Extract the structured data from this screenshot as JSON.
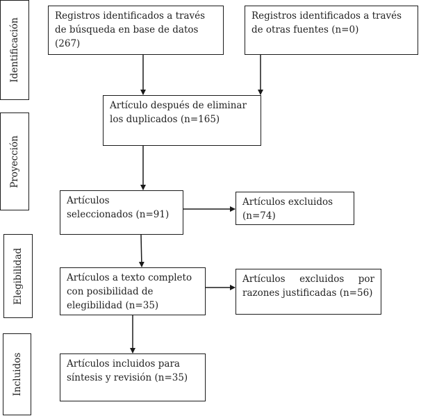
{
  "stages": {
    "identification": "Identificación",
    "screening": "Proyección",
    "eligibility": "Elegibilidad",
    "included": "Incluidos"
  },
  "boxes": {
    "db_records": "Registros identificados a través de búsqueda en base de datos (267)",
    "other_records": "Registros identificados a través de otras fuentes (n=0)",
    "after_duplicates": "Artículo después de eliminar los duplicados (n=165)",
    "selected": "Artículos seleccionados (n=91)",
    "excluded": "Artículos excluidos (n=74)",
    "full_text": "Artículos a texto completo con posibilidad de elegibilidad (n=35)",
    "excluded_reasons_line1": "Artículos excluidos por",
    "excluded_reasons_line2": "razones justificadas (n=56)",
    "included": "Artículos incluidos para síntesis y revisión (n=35)"
  },
  "colors": {
    "stroke": "#1a1a1a",
    "text": "#222222",
    "background": "#ffffff"
  }
}
